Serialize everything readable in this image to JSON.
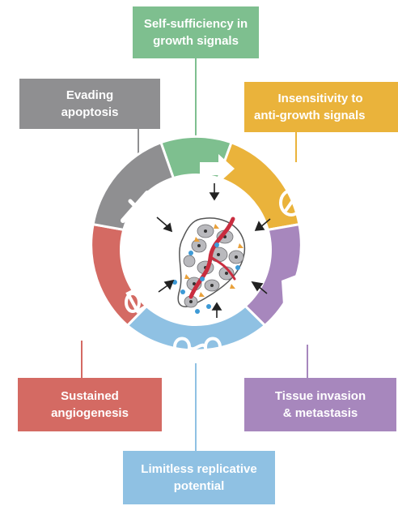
{
  "hallmarks": [
    {
      "id": "growth-signals",
      "color": "#7ebf8f",
      "lines": [
        "Self-sufficiency in",
        "growth signals"
      ]
    },
    {
      "id": "anti-growth",
      "color": "#eab33b",
      "lines": [
        "Insensitivity to",
        "anti-growth signals"
      ]
    },
    {
      "id": "invasion",
      "color": "#a787bd",
      "lines": [
        "Tissue invasion",
        "& metastasis"
      ]
    },
    {
      "id": "replicative",
      "color": "#8fc1e3",
      "lines": [
        "Limitless replicative",
        "potential"
      ]
    },
    {
      "id": "angiogenesis",
      "color": "#d46a63",
      "lines": [
        "Sustained",
        "angiogenesis"
      ]
    },
    {
      "id": "apoptosis",
      "color": "#8f8f91",
      "lines": [
        "Evading",
        "apoptosis"
      ]
    }
  ]
}
